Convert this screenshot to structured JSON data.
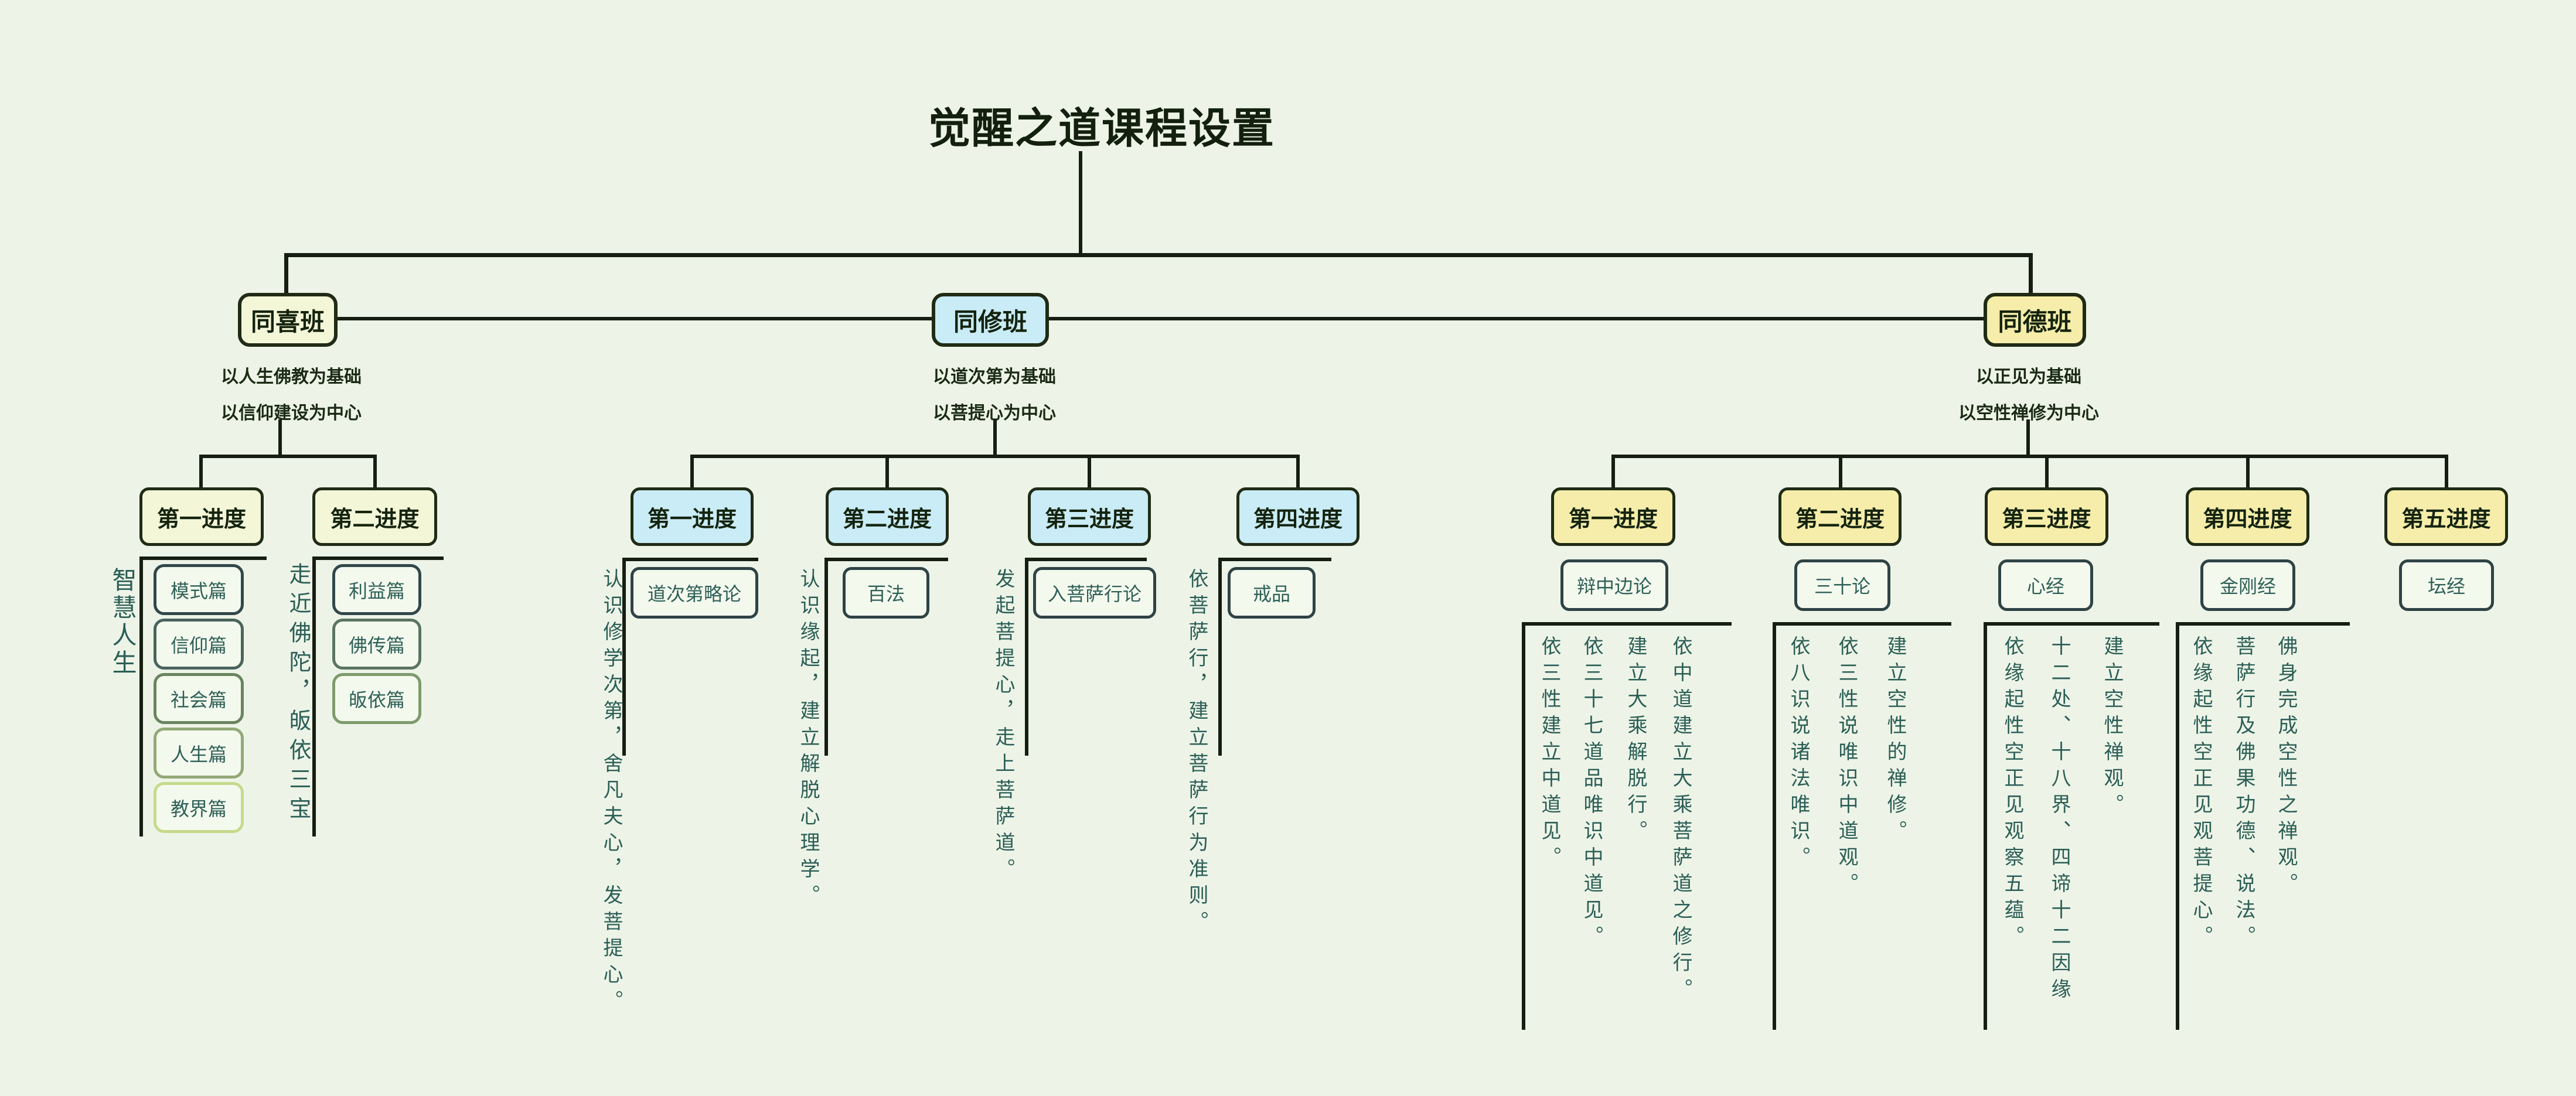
{
  "title": "觉醒之道课程设置",
  "classes": [
    {
      "name": "同喜班",
      "subtitle_lines": [
        "以人生佛教为基础",
        "以信仰建设为中心"
      ],
      "progresses": [
        {
          "label": "第一进度",
          "note": "智慧人生",
          "items": [
            "模式篇",
            "信仰篇",
            "社会篇",
            "人生篇",
            "教界篇"
          ]
        },
        {
          "label": "第二进度",
          "note": "走近佛陀，皈依三宝",
          "items": [
            "利益篇",
            "佛传篇",
            "皈依篇"
          ]
        }
      ]
    },
    {
      "name": "同修班",
      "subtitle_lines": [
        "以道次第为基础",
        "以菩提心为中心"
      ],
      "progresses": [
        {
          "label": "第一进度",
          "book": "道次第略论",
          "note": "认识修学次第，舍凡夫心，发菩提心。"
        },
        {
          "label": "第二进度",
          "book": "百法",
          "note": "认识缘起，建立解脱心理学。"
        },
        {
          "label": "第三进度",
          "book": "入菩萨行论",
          "note": "发起菩提心，走上菩萨道。"
        },
        {
          "label": "第四进度",
          "book": "戒品",
          "note": "依菩萨行，建立菩萨行为准则。"
        }
      ]
    },
    {
      "name": "同德班",
      "subtitle_lines": [
        "以正见为基础",
        "以空性禅修为中心"
      ],
      "progresses": [
        {
          "label": "第一进度",
          "book": "辩中边论",
          "notes": [
            "依中道建立大乘菩萨道之修行。",
            "建立大乘解脱行。",
            "依三十七道品唯识中道见。",
            "依三性建立中道见。"
          ]
        },
        {
          "label": "第二进度",
          "book": "三十论",
          "notes": [
            "建立空性的禅修。",
            "依三性说唯识中道观。",
            "依八识说诸法唯识。"
          ]
        },
        {
          "label": "第三进度",
          "book": "心经",
          "notes": [
            "建立空性禅观。",
            "十二处、十八界、四谛十二因缘",
            "依缘起性空正见观察五蕴。"
          ]
        },
        {
          "label": "第四进度",
          "book": "金刚经",
          "notes": [
            "佛身完成空性之禅观。",
            "菩萨行及佛果功德、说法。",
            "依缘起性空正见观菩提心。"
          ]
        },
        {
          "label": "第五进度",
          "book": "坛经",
          "notes": []
        }
      ]
    }
  ],
  "colors": {
    "background": "#edf4e7",
    "line": "#161d12",
    "tongxi_fill": "#f3f6d7",
    "tongxiu_fill": "#c9ecf6",
    "tongde_fill": "#f5eda9",
    "leaf_box_fill": "#f4f9ee",
    "note_text": "#2b5e56",
    "item_border_shades_p1": [
      "#31474a",
      "#49655d",
      "#6a845f",
      "#93a877",
      "#c7da8c"
    ],
    "item_border_shades_p2": [
      "#31474a",
      "#5a7560",
      "#7e9a6c"
    ]
  }
}
